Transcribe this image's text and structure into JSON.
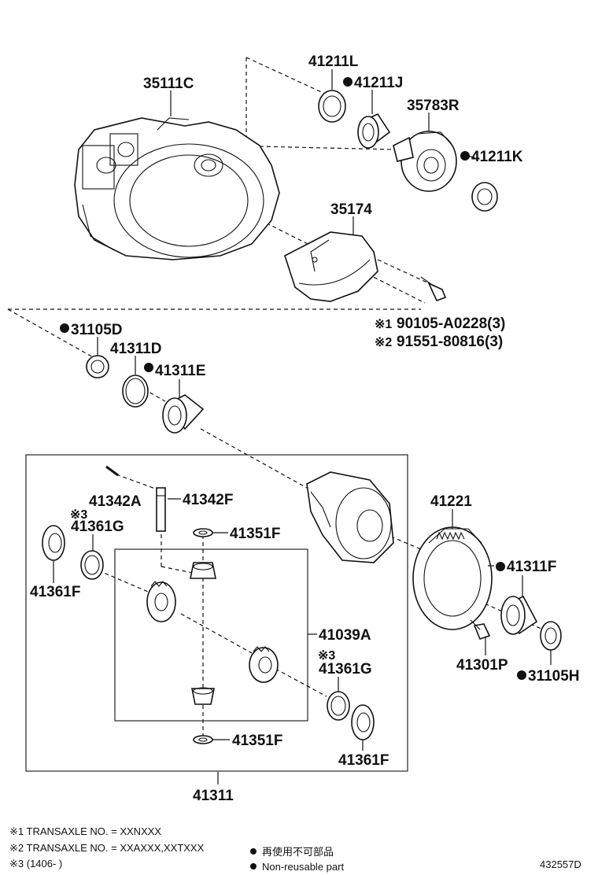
{
  "diagram_id": "432557D",
  "parts": {
    "p35111C": "35111C",
    "p41211L": "41211L",
    "p41211J": "41211J",
    "p35783R": "35783R",
    "p41211K": "41211K",
    "p35174": "35174",
    "p31105D": "31105D",
    "p41311D": "41311D",
    "p41311E": "41311E",
    "p41342A": "41342A",
    "p41342F": "41342F",
    "p41361G_top": "41361G",
    "p41351F_top": "41351F",
    "p41361F_left": "41361F",
    "p41039A": "41039A",
    "p41361G_bottom": "41361G",
    "p41351F_bottom": "41351F",
    "p41361F_bottom": "41361F",
    "p41311": "41311",
    "p41221": "41221",
    "p41311F": "41311F",
    "p41301P": "41301P",
    "p31105H": "31105H"
  },
  "bolt_refs": {
    "ref1_mark": "※1",
    "ref1_part": "90105-A0228(3)",
    "ref2_mark": "※2",
    "ref2_part": "91551-80816(3)"
  },
  "ref3_marks": {
    "top": "※3",
    "bottom": "※3"
  },
  "footnotes": {
    "n1": "※1 TRANSAXLE NO. = XXNXXX",
    "n2": "※2 TRANSAXLE NO. = XXAXXX,XXTXXX",
    "n3": "※3 (1406-      )"
  },
  "legend": {
    "nonreusable_jp": "再使用不可部品",
    "nonreusable_en": "Non-reusable part"
  },
  "icons": {
    "nonreusable_marker": "filled-circle"
  }
}
